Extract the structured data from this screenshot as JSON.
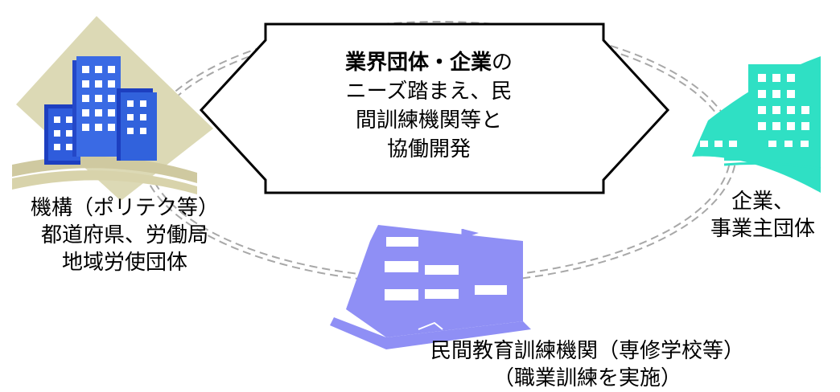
{
  "arrow": {
    "bold": "業界団体・企業",
    "line1_rest": "の",
    "line2": "ニーズ踏まえ、民",
    "line3": "間訓練機関等と",
    "line4": "協働開発"
  },
  "left_label": {
    "line1": "機構（ポリテク等）",
    "line2": "都道府県、労働局",
    "line3": "地域労使団体"
  },
  "right_label": {
    "line1": "企業、",
    "line2": "事業主団体"
  },
  "bottom_label": {
    "line1": "民間教育訓練機関（専修学校等）",
    "line2": "（職業訓練を実施）"
  },
  "colors": {
    "left_building": "#3f6fe0",
    "left_backdrop": "#d9d6b0",
    "right_building": "#2fe0c4",
    "bottom_building": "#8f8ff5",
    "ellipse": "#a8a8a8"
  }
}
